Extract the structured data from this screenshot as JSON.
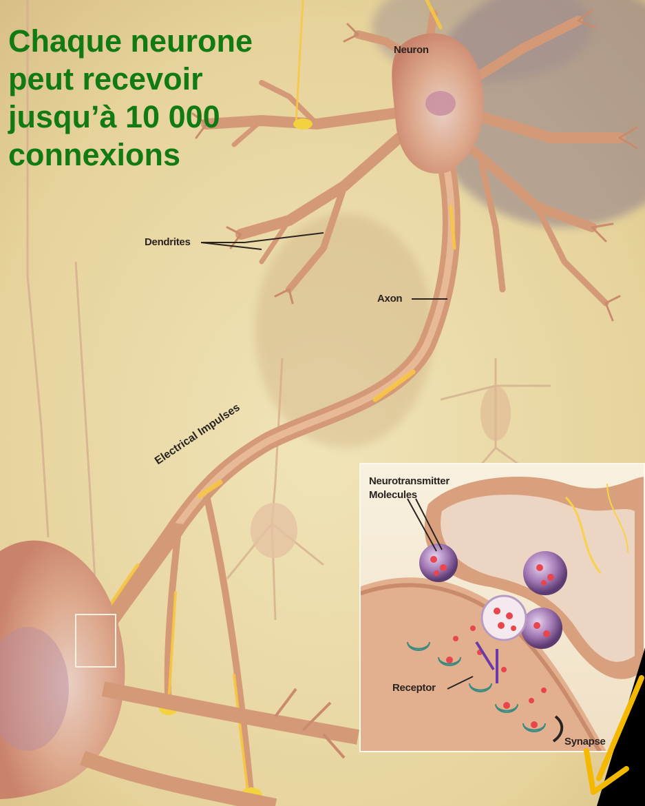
{
  "headline": "Chaque neurone peut recevoir jusqu’à 10 000 connexions",
  "labels": {
    "neuron": "Neuron",
    "dendrites": "Dendrites",
    "axon": "Axon",
    "electrical_impulses": "Electrical Impulses",
    "neurotransmitter_line1": "Neurotransmitter",
    "neurotransmitter_line2": "Molecules",
    "receptor": "Receptor",
    "synapse": "Synapse"
  },
  "colors": {
    "headline": "#127a12",
    "background": "#e9d9a6",
    "neuron_tissue": "#d9a27f",
    "impulse_glow": "#f7c742",
    "arrow": "#f5b800"
  },
  "icons": [
    "down-left-arrow-icon"
  ]
}
